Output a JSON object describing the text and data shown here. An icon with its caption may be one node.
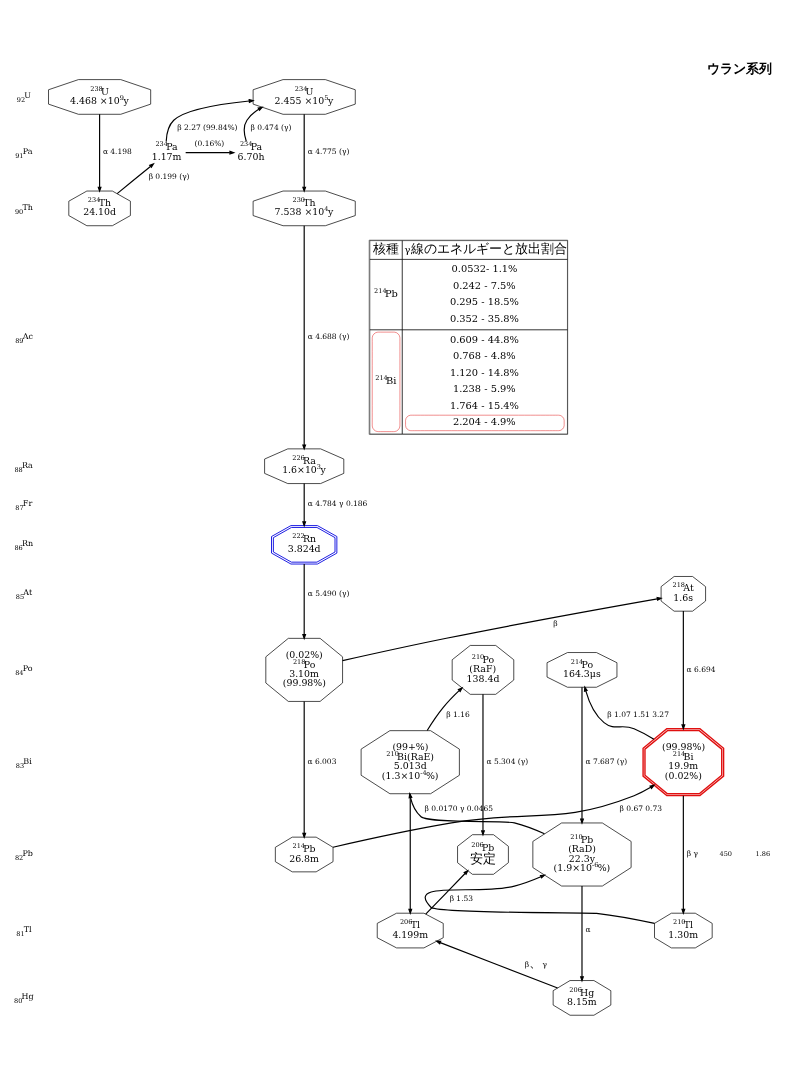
{
  "diagram": {
    "title": "ウラン系列",
    "nodes": [
      {
        "text": [
          "$^{238}$U",
          "4.468 ×10$^{9}$y"
        ]
      },
      {
        "text": [
          "$^{234}$Pa",
          "1.17m"
        ]
      },
      {
        "text": [
          "$^{234}$Pa",
          "6.70h"
        ]
      },
      {
        "text": [
          "$^{234}$U",
          "2.455 ×10$^{5}$y"
        ]
      },
      {
        "text": [
          "$^{234}$Th",
          "24.10d"
        ]
      },
      {
        "text": [
          "$^{230}$Th",
          "7.538 ×10$^{4}$y"
        ]
      },
      {
        "text": [
          "$^{226}$Ra",
          "1.6×10$^{3}$y"
        ]
      },
      {
        "text": [
          "$^{222}$Rn",
          "3.824d"
        ]
      },
      {
        "text": [
          "(0.02%)",
          "$^{218}$Po",
          "3.10m",
          "(99.98%)"
        ]
      },
      {
        "text": [
          "$^{218}$At",
          "1.6s"
        ]
      },
      {
        "text": [
          "$^{214}$Pb",
          "26.8m"
        ]
      },
      {
        "text": [
          "(99.98%)",
          "$^{214}$Bi",
          "19.9m",
          "(0.02%)"
        ]
      },
      {
        "text": [
          "$^{214}$Po",
          "164.3μs"
        ]
      },
      {
        "text": [
          "$^{210}$Tl",
          "1.30m"
        ]
      },
      {
        "text": [
          "$^{210}$Pb",
          "(RaD)",
          "22.3y",
          "(1.9×10$^{-6}$%)"
        ]
      },
      {
        "text": [
          "$^{206}$Hg",
          "8.15m"
        ]
      },
      {
        "text": [
          "(99+%)",
          "$^{210}$Bi(RaE)",
          "5.013d",
          "(1.3×10$^{-4}$%)"
        ]
      },
      {
        "text": [
          "$^{206}$Tl",
          "4.199m"
        ]
      },
      {
        "text": [
          "$^{210}$Po",
          "(RaF)",
          "138.4d"
        ]
      },
      {
        "text": [
          "$^{206}$Pb",
          "安定"
        ]
      }
    ],
    "edges": [
      {
        "from": 0,
        "to": 4,
        "arrow": "to",
        "label": "α 4.198"
      },
      {
        "from": 4,
        "to": 1,
        "arrow": "to",
        "label": "β 0.199 (γ)"
      },
      {
        "from": 1,
        "to": 3,
        "arrow": "to",
        "label": "β 2.27 (99.84%)"
      },
      {
        "from": 1,
        "to": 2,
        "arrow": "to",
        "label": "(0.16%)"
      },
      {
        "from": 2,
        "to": 3,
        "arrow": "to",
        "label": "β 0.474 (γ)"
      },
      {
        "from": 3,
        "to": 5,
        "arrow": "to",
        "label": "α 4.775 (γ)"
      },
      {
        "from": 5,
        "to": 6,
        "arrow": "to",
        "label": "α 4.688 (γ)"
      },
      {
        "from": 6,
        "to": 7,
        "arrow": "to",
        "label": "α 4.784 γ 0.186"
      },
      {
        "from": 7,
        "to": 8,
        "arrow": "to",
        "label": "α 5.490 (γ)"
      },
      {
        "from": 8,
        "to": 9,
        "arrow": "to",
        "label": "β"
      },
      {
        "from": 8,
        "to": 10,
        "arrow": "to",
        "label": "α 6.003"
      },
      {
        "from": 9,
        "to": 11,
        "arrow": "to",
        "label": "α 6.694"
      },
      {
        "from": 10,
        "to": 11,
        "arrow": "to",
        "label": "β 0.67 0.73"
      },
      {
        "from": 11,
        "to": 12,
        "arrow": "to",
        "label": "β 1.07 1.51 3.27"
      },
      {
        "from": 11,
        "to": 13,
        "arrow": "to",
        "label": "β γ"
      },
      {
        "from": 12,
        "to": 14,
        "arrow": "to",
        "label": "α 7.687 (γ)"
      },
      {
        "from": 13,
        "to": 14,
        "arrow": "to"
      },
      {
        "from": 14,
        "to": 16,
        "arrow": "to",
        "label": "β 0.0170 γ 0.0465"
      },
      {
        "from": 14,
        "to": 15,
        "arrow": "to",
        "label": "α"
      },
      {
        "from": 16,
        "to": 18,
        "arrow": "to",
        "label": "β 1.16"
      },
      {
        "from": 16,
        "to": 17,
        "arrow": "to"
      },
      {
        "from": 15,
        "to": 17,
        "arrow": "to",
        "label": "β、γ"
      },
      {
        "from": 17,
        "to": 19,
        "arrow": "to",
        "label": "β 1.53"
      },
      {
        "from": 18,
        "to": 19,
        "arrow": "to",
        "label": "α 5.304 (γ)"
      }
    ],
    "labels": [
      "$_{92}$U",
      "$_{91}$Pa",
      "$_{90}$Th",
      "$_{89}$Ac",
      "$_{88}$Ra",
      "$_{87}$Fr",
      "$_{86}$Rn",
      "$_{85}$At",
      "$_{84}$Po",
      "$_{83}$Bi",
      "$_{82}$Pb",
      "$_{81}$Tl",
      "$_{80}$Hg",
      "核種",
      "γ線のエネルギーと放出割合",
      "$^{214}$Pb",
      "0.0532- 1.1%",
      "0.242 - 7.5%",
      "0.295 - 18.5%",
      "0.352 - 35.8%",
      "$^{214}$Bi",
      "0.609 - 44.8%",
      "0.768 - 4.8%",
      "1.120 - 14.8%",
      "1.238 - 5.9%",
      "1.764 - 15.4%",
      "2.204 - 4.9%",
      "450",
      "1.86"
    ]
  }
}
